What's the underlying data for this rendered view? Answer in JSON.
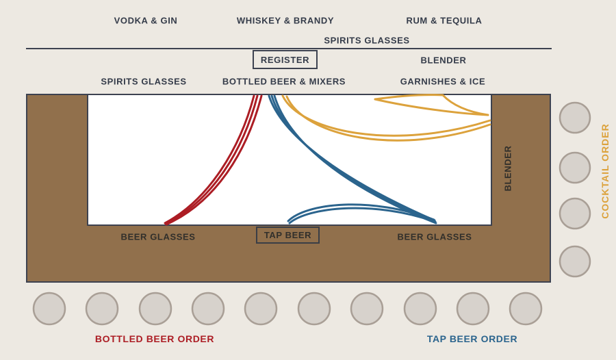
{
  "title": "Bar workflow diagram",
  "colors": {
    "background": "#EDE9E2",
    "workspace": "#FFFFFF",
    "bar": "#91704C",
    "outline": "#3D4250",
    "ink": "#353C4A",
    "ink_on_bar": "#312F2B",
    "red": "#AC1D24",
    "blue": "#2B648D",
    "gold": "#DCA23C",
    "seat_fill": "#D7D2CC",
    "seat_stroke": "#A99F96"
  },
  "back_bar": {
    "stations": [
      "VODKA & GIN",
      "WHISKEY & BRANDY",
      "RUM & TEQUILA"
    ],
    "shelf_label": "SPIRITS GLASSES",
    "register_label": "REGISTER",
    "blender_label": "BLENDER",
    "rail_labels": [
      "SPIRITS GLASSES",
      "BOTTLED BEER & MIXERS",
      "GARNISHES & ICE"
    ]
  },
  "bar_counter": {
    "beer_glasses_left": "BEER GLASSES",
    "tap_beer_label": "TAP BEER",
    "beer_glasses_right": "BEER GLASSES",
    "blender_side_label": "BLENDER"
  },
  "orders": {
    "bottled_beer": {
      "label": "BOTTLED BEER ORDER",
      "color": "#AC1D24"
    },
    "tap_beer": {
      "label": "TAP BEER ORDER",
      "color": "#2B648D"
    },
    "cocktail": {
      "label": "COCKTAIL ORDER",
      "color": "#DCA23C"
    }
  },
  "seats": {
    "bottom_count": 10,
    "right_count": 4
  },
  "flows": [
    {
      "name": "bottled-beer-flow",
      "color": "#AC1D24",
      "from": "bottled beer & mixers",
      "to": "beer glasses (left)"
    },
    {
      "name": "tap-beer-flow",
      "color": "#2B648D",
      "from": "tap beer / mixers",
      "to": "beer glasses (right)"
    },
    {
      "name": "cocktail-flow",
      "color": "#DCA23C",
      "from": "mixers / garnishes & ice",
      "to": "blender"
    }
  ]
}
